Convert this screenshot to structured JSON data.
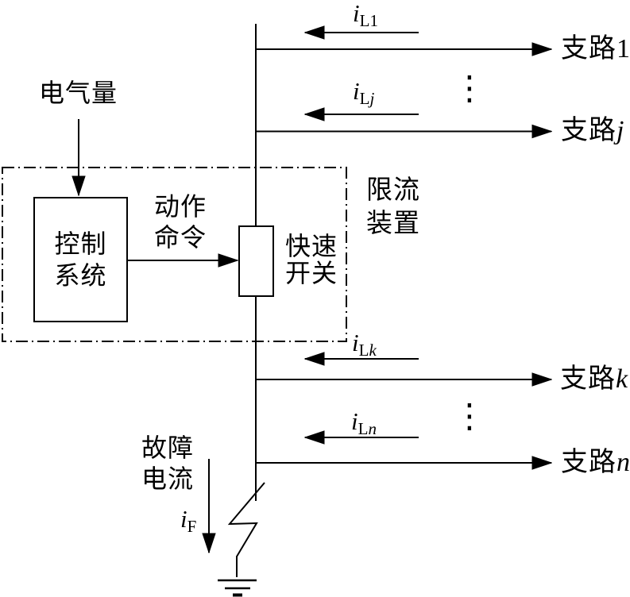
{
  "colors": {
    "line": "#000000",
    "background": "#ffffff"
  },
  "labels": {
    "electrical_quantity": "电气量",
    "control_system": [
      "控制",
      "系统"
    ],
    "action_command": [
      "动作",
      "命令"
    ],
    "fast_switch": [
      "快速",
      "开关"
    ],
    "current_limiter": [
      "限流",
      "装置"
    ],
    "fault_current": [
      "故障",
      "电流"
    ]
  },
  "branches": [
    {
      "name": "支路",
      "index": "1"
    },
    {
      "name": "支路",
      "index": "j"
    },
    {
      "name": "支路",
      "index": "k"
    },
    {
      "name": "支路",
      "index": "n"
    }
  ],
  "branch_currents": [
    {
      "symbol": "i",
      "sub_prefix": "L",
      "sub_index": "1"
    },
    {
      "symbol": "i",
      "sub_prefix": "L",
      "sub_index": "j"
    },
    {
      "symbol": "i",
      "sub_prefix": "L",
      "sub_index": "k"
    },
    {
      "symbol": "i",
      "sub_prefix": "L",
      "sub_index": "n"
    }
  ],
  "fault_current_symbol": {
    "symbol": "i",
    "subscript": "F"
  },
  "icons": {
    "vertical_ellipsis": "⋮"
  }
}
